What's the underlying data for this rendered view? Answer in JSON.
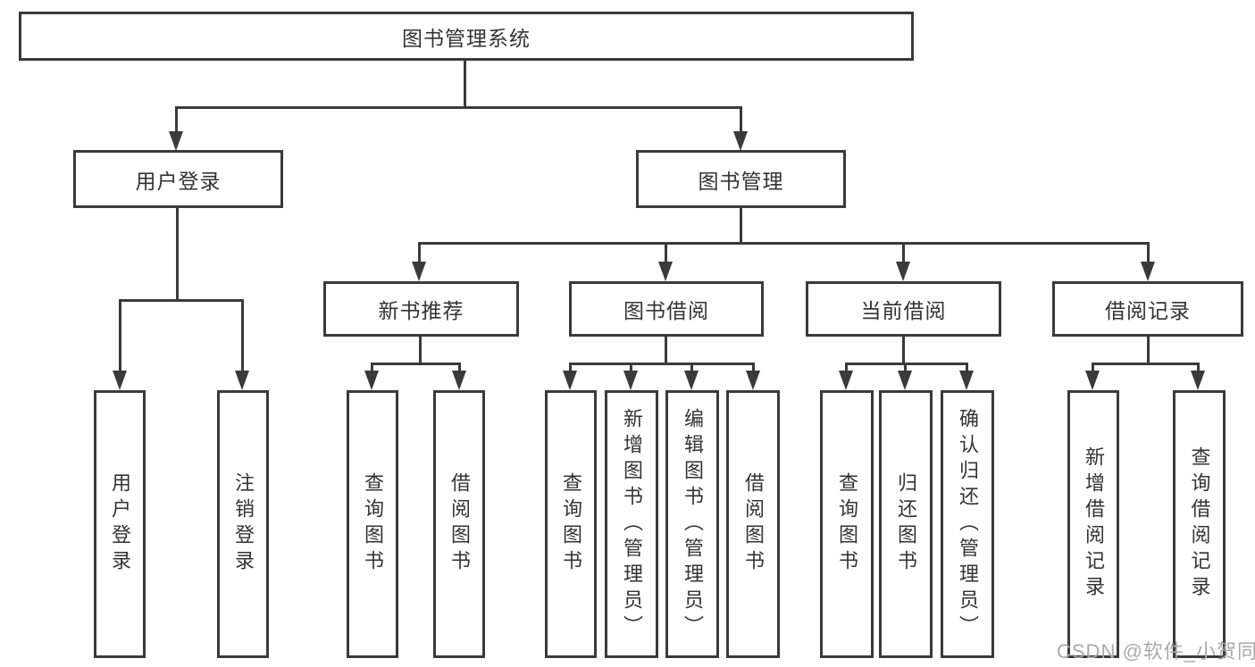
{
  "diagram_title": "图书管理系统",
  "tree": {
    "label": "图书管理系统",
    "children": [
      {
        "label": "用户登录",
        "children": [
          {
            "label": "用户登录"
          },
          {
            "label": "注销登录"
          }
        ]
      },
      {
        "label": "图书管理",
        "children": [
          {
            "label": "新书推荐",
            "children": [
              {
                "label": "查询图书"
              },
              {
                "label": "借阅图书"
              }
            ]
          },
          {
            "label": "图书借阅",
            "children": [
              {
                "label": "查询图书"
              },
              {
                "label": "新增图书（管理员）"
              },
              {
                "label": "编辑图书（管理员）"
              },
              {
                "label": "借阅图书"
              }
            ]
          },
          {
            "label": "当前借阅",
            "children": [
              {
                "label": "查询图书"
              },
              {
                "label": "归还图书"
              },
              {
                "label": "确认归还（管理员）"
              }
            ]
          },
          {
            "label": "借阅记录",
            "children": [
              {
                "label": "新增借阅记录"
              },
              {
                "label": "查询借阅记录"
              }
            ]
          }
        ]
      }
    ]
  },
  "watermark": {
    "text": "CSDN @软件_小贺同学"
  },
  "colors": {
    "line": "#3a3a3a",
    "text": "#333333",
    "background": "#ffffff",
    "watermark": "#a9a9a9"
  }
}
